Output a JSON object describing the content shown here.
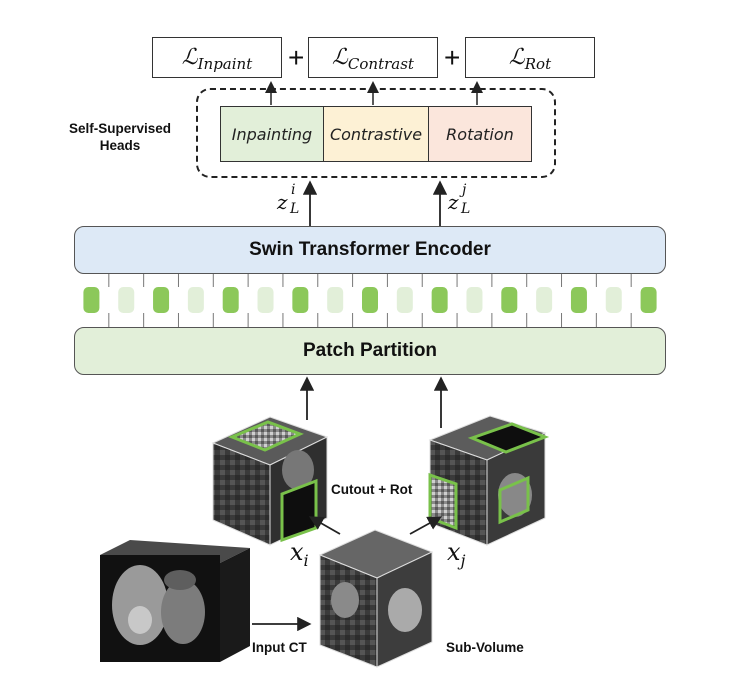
{
  "losses": {
    "inpaint": "ℒInpaint",
    "contrast": "ℒContrast",
    "rot": "ℒRot",
    "plus1": "+",
    "plus2": "+"
  },
  "heads": {
    "label": "Self-Supervised Heads",
    "inpainting": "Inpainting",
    "contrastive": "Contrastive",
    "rotation": "Rotation",
    "colors": {
      "inpainting": "#e2efd9",
      "contrastive": "#fdf1d5",
      "rotation": "#fbe6dc"
    }
  },
  "embeddings": {
    "zi_base": "z",
    "zi_sub": "L",
    "zi_sup": "i",
    "zj_base": "z",
    "zj_sub": "L",
    "zj_sup": "j"
  },
  "encoder": {
    "label": "Swin Transformer Encoder",
    "color": "#dde9f6"
  },
  "tokens": {
    "count": 17,
    "colors": {
      "dark": "#8cc85a",
      "light": "#e2efd9"
    }
  },
  "partition": {
    "label": "Patch Partition",
    "color": "#e2efd9"
  },
  "views": {
    "aug_label": "Cutout + Rot",
    "xi_base": "x",
    "xi_sub": "i",
    "xj_base": "x",
    "xj_sub": "j"
  },
  "input": {
    "label": "Input CT"
  },
  "subvolume": {
    "label": "Sub-Volume"
  }
}
